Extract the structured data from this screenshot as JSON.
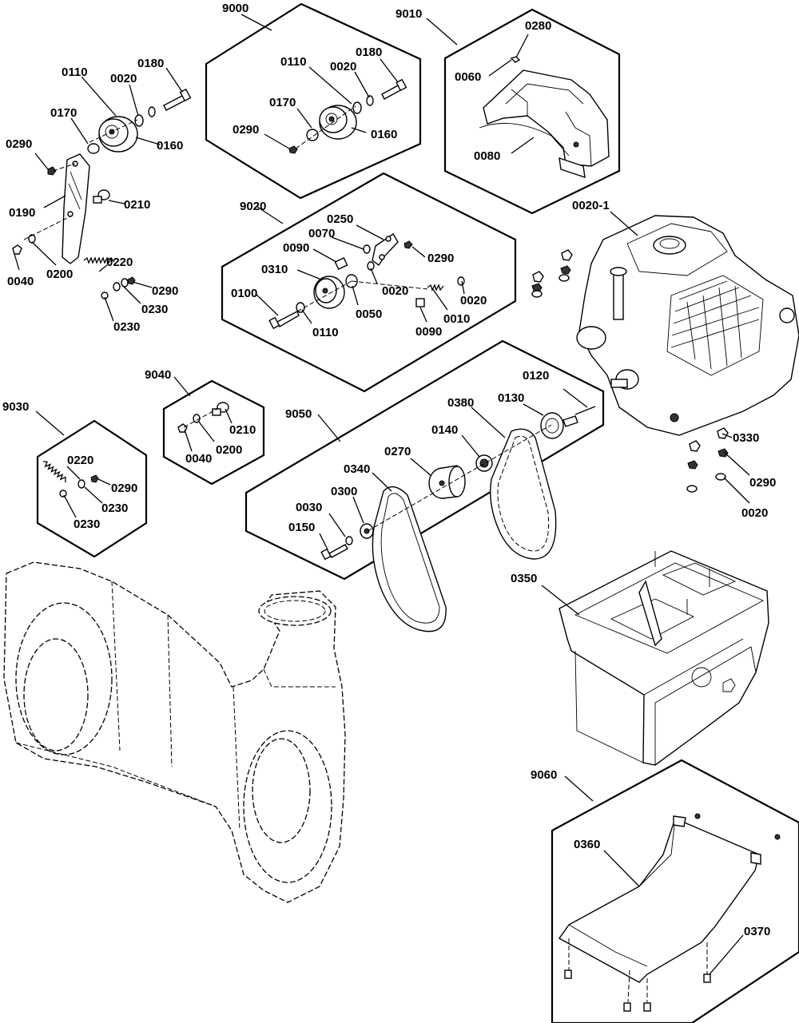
{
  "callouts": {
    "c9000": "9000",
    "c9010": "9010",
    "c9020": "9020",
    "c9030": "9030",
    "c9040": "9040",
    "c9050": "9050",
    "c9060": "9060",
    "l0110a": "0110",
    "l0020a": "0020",
    "l0180a": "0180",
    "l0170a": "0170",
    "l0160a": "0160",
    "l0290a": "0290",
    "l0190": "0190",
    "l0210a": "0210",
    "l0040a": "0040",
    "l0200a": "0200",
    "l0220a": "0220",
    "l0290b": "0290",
    "l0230a": "0230",
    "l0230b": "0230",
    "l0110b": "0110",
    "l0020b": "0020",
    "l0180b": "0180",
    "l0170b": "0170",
    "l0290c": "0290",
    "l0160b": "0160",
    "l0280": "0280",
    "l0060": "0060",
    "l0080": "0080",
    "l0250": "0250",
    "l0070": "0070",
    "l0090a": "0090",
    "l0290d": "0290",
    "l0310": "0310",
    "l0020c": "0020",
    "l0020d": "0020",
    "l0100": "0100",
    "l0050": "0050",
    "l0010": "0010",
    "l0110c": "0110",
    "l0090b": "0090",
    "l0020-1": "0020-1",
    "l0330": "0330",
    "l0290e": "0290",
    "l0020e": "0020",
    "l0210b": "0210",
    "l0040b": "0040",
    "l0200b": "0200",
    "l0220b": "0220",
    "l0290f": "0290",
    "l0230c": "0230",
    "l0230d": "0230",
    "l0120": "0120",
    "l0380": "0380",
    "l0130": "0130",
    "l0140": "0140",
    "l0270": "0270",
    "l0340": "0340",
    "l0300": "0300",
    "l0030": "0030",
    "l0150": "0150",
    "l0350": "0350",
    "l0360": "0360",
    "l0370": "0370"
  }
}
